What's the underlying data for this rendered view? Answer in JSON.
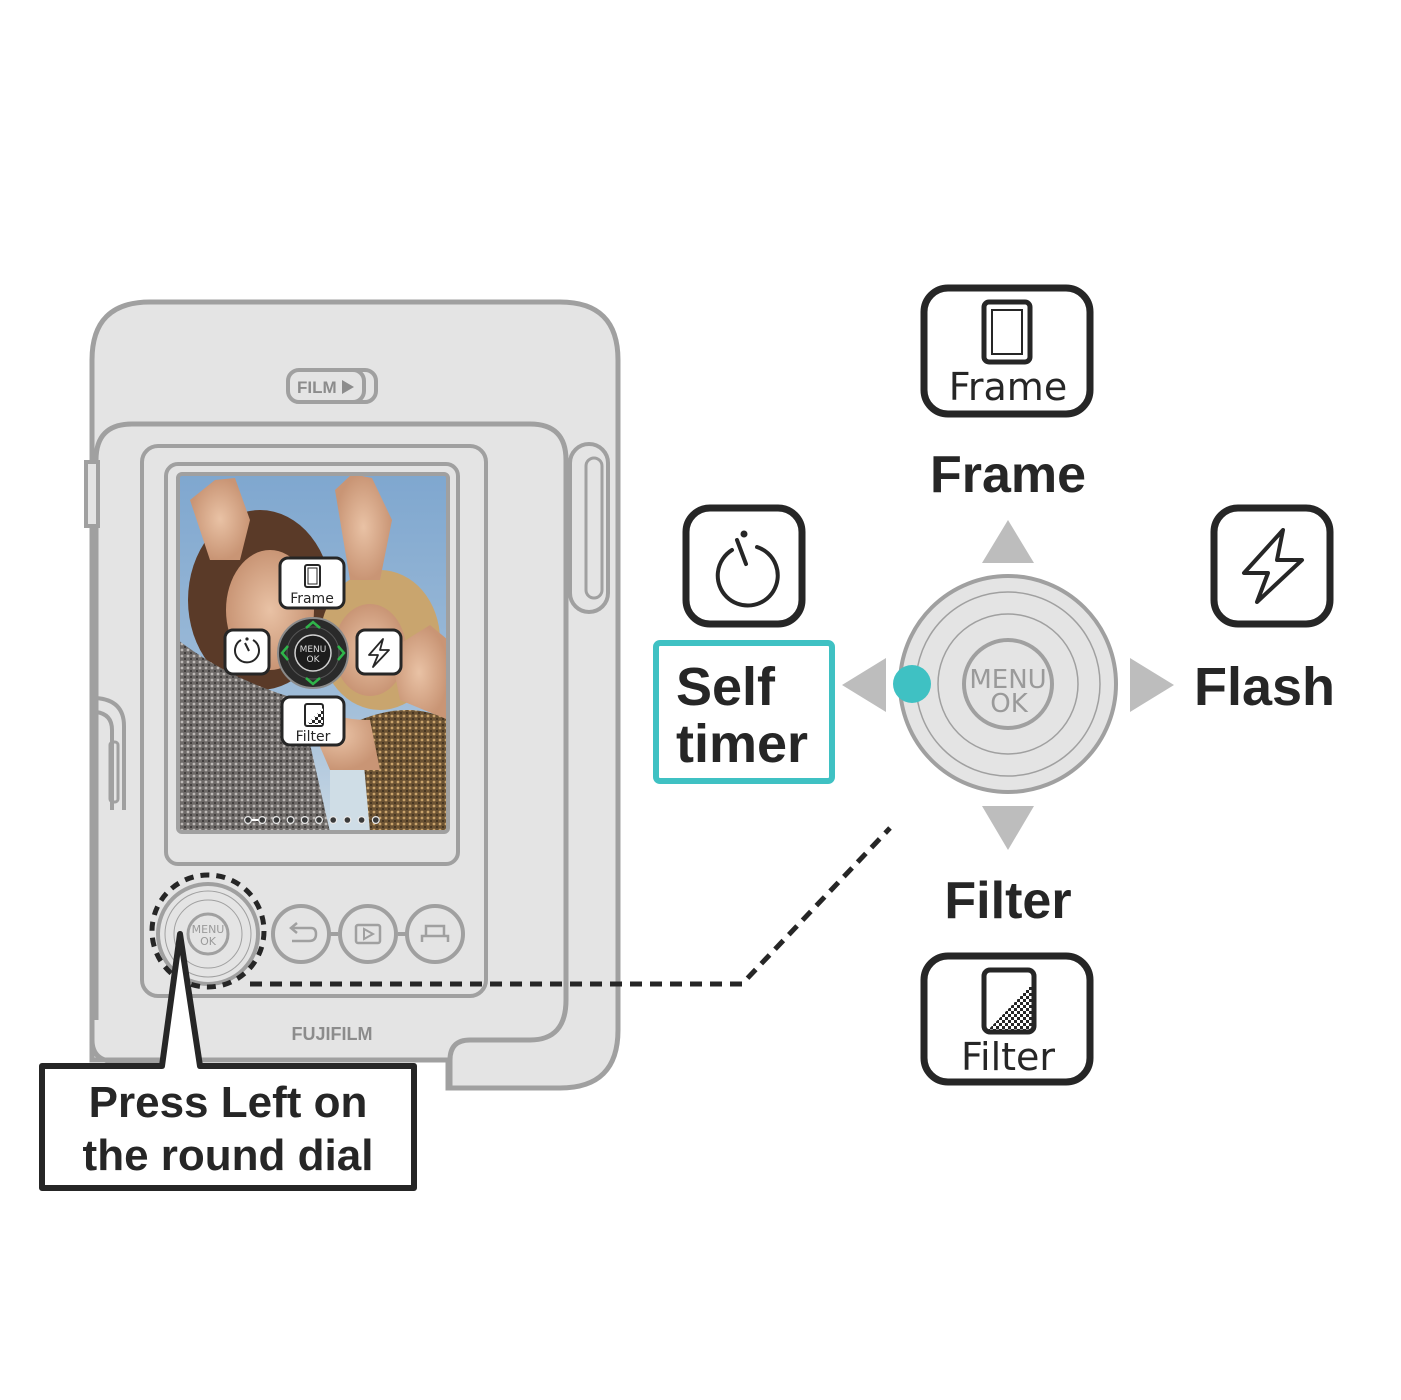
{
  "camera": {
    "film_label": "FILM",
    "brand_label": "FUJIFILM",
    "dial_label_line1": "MENU",
    "dial_label_line2": "OK",
    "buttons": [
      {
        "name": "back",
        "icon": "back-arrow-icon"
      },
      {
        "name": "playback",
        "icon": "play-icon"
      },
      {
        "name": "print",
        "icon": "print-icon"
      }
    ],
    "screen": {
      "overlay_menu": {
        "up": {
          "label": "Frame",
          "icon": "frame-icon"
        },
        "left": {
          "label": "",
          "icon": "self-timer-icon"
        },
        "right": {
          "label": "",
          "icon": "flash-icon"
        },
        "down": {
          "label": "Filter",
          "icon": "filter-icon"
        },
        "center_line1": "MENU",
        "center_line2": "OK"
      },
      "page_dots": 10,
      "active_page_dot": 2
    }
  },
  "callout": {
    "line1": "Press Left on",
    "line2": "the round dial"
  },
  "dial_diagram": {
    "center_line1": "MENU",
    "center_line2": "OK",
    "pressed_direction": "left",
    "highlight_color": "#3fc1c3",
    "directions": {
      "up": {
        "label": "Frame",
        "icon_label": "Frame",
        "icon": "frame-icon"
      },
      "left": {
        "label_line1": "Self",
        "label_line2": "timer",
        "icon": "self-timer-icon",
        "highlighted": true
      },
      "right": {
        "label": "Flash",
        "icon": "flash-icon"
      },
      "down": {
        "label": "Filter",
        "icon_label": "Filter",
        "icon": "filter-icon"
      }
    }
  },
  "colors": {
    "outline_dark": "#262626",
    "camera_body": "#e4e4e4",
    "camera_outline": "#a0a0a0",
    "arrow_gray": "#bdbdbd",
    "accent_teal": "#3fc1c3"
  }
}
